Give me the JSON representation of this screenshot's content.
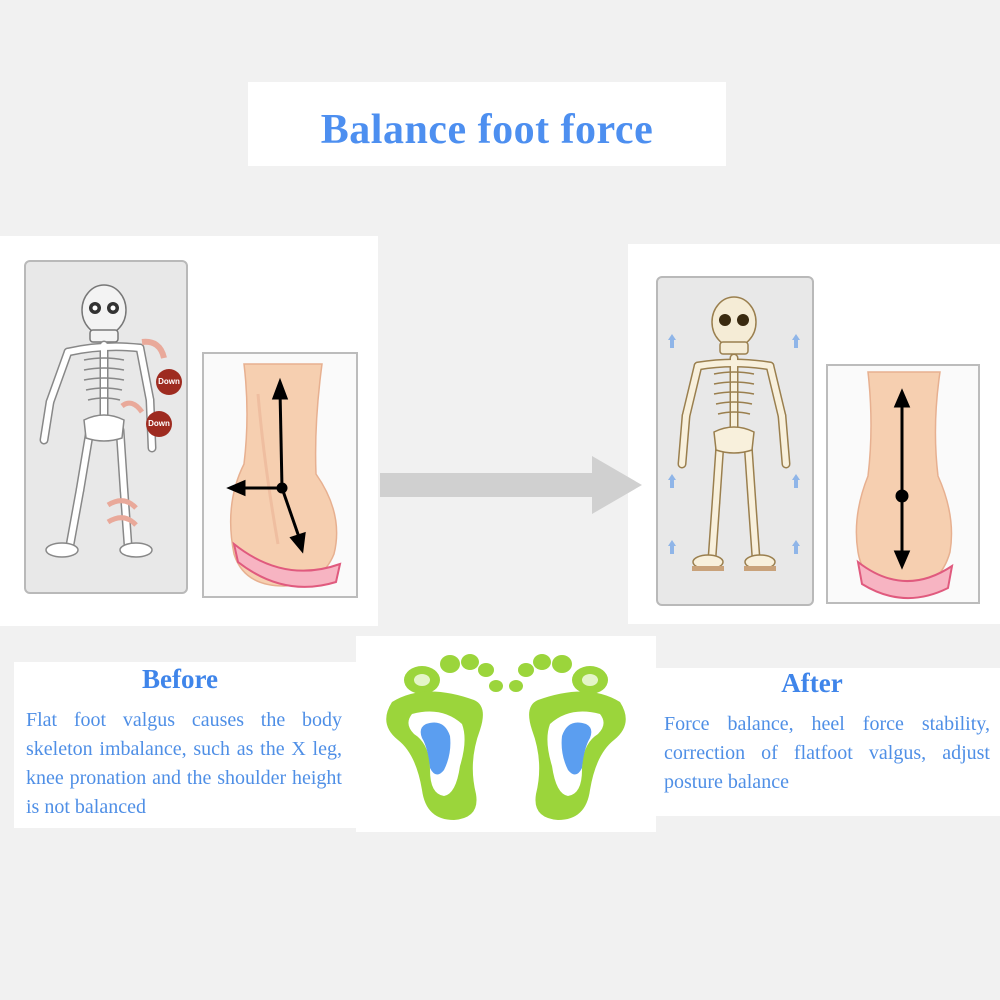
{
  "title": "Balance foot force",
  "before": {
    "heading": "Before",
    "description": "Flat foot valgus causes the body skeleton imbalance, such as the X leg,  knee pronation and the shoulder height is not balanced",
    "badges": [
      "Down",
      "Down"
    ]
  },
  "after": {
    "heading": "After",
    "description": "Force balance, heel force stability, correction of flatfoot valgus, adjust posture balance"
  },
  "colors": {
    "title_blue": "#4d8ff0",
    "insole_green": "#9bd53b",
    "arch_blue": "#5b9ef0",
    "badge_red": "#9e2b20",
    "arrow_grey": "#cfcfcf"
  }
}
